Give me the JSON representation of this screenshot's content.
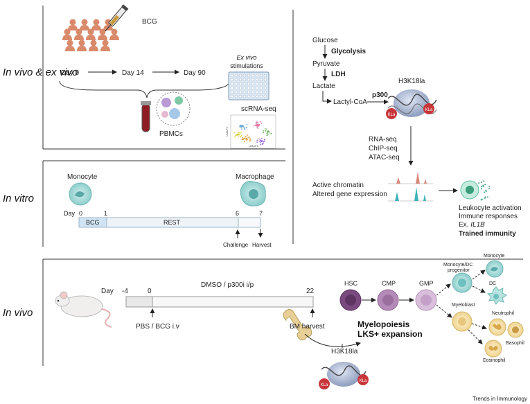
{
  "sections": {
    "invivo_exvivo": "In vivo & ex vivo",
    "invitro": "In vitro",
    "invivo": "In vivo"
  },
  "top_left": {
    "vaccine": "BCG",
    "timeline": [
      "Day 0",
      "Day 14",
      "Day 90"
    ],
    "pbmc": "PBMCs",
    "exvivo_title_italic": "Ex vivo",
    "exvivo_title_rest": "stimulations",
    "scrna": "scRNA-seq",
    "umap_x": "UMAP1",
    "umap_y": "UMAP2"
  },
  "invitro": {
    "monocyte": "Monocyte",
    "macrophage": "Macrophage",
    "day_label": "Day",
    "days": [
      "0",
      "1",
      "6",
      "7"
    ],
    "bcg": "BCG",
    "rest": "REST",
    "challenge": "Challenge",
    "harvest": "Harvest"
  },
  "pathway": {
    "glucose": "Glucose",
    "glycolysis": "Glycolysis",
    "pyruvate": "Pyruvate",
    "ldh": "LDH",
    "lactate": "Lactate",
    "lactylcoa": "Lactyl-CoA",
    "p300": "p300",
    "h3k18la": "H3K18la",
    "kla": "KLa",
    "seq": [
      "RNA-seq",
      "ChIP-seq",
      "ATAC-seq"
    ],
    "active_chromatin": "Active chromatin",
    "altered_expression": "Altered gene expression",
    "leukocyte": "Leukocyte activation",
    "immune": "Immune responses",
    "ex_prefix": "Ex. ",
    "il1b": "IL1B",
    "trained": "Trained immunity"
  },
  "bottom": {
    "day_label": "Day",
    "days": [
      "-4",
      "0",
      "22"
    ],
    "treatment": "DMSO / p300i i/p",
    "injection": "PBS / BCG i.v",
    "bm_harvest": "BM harvest",
    "h3k18la": "H3K18la",
    "kla": "KLa",
    "myelopoiesis": "Myelopoiesis",
    "lks": "LKS+ expansion",
    "cells": {
      "hsc": "HSC",
      "cmp": "CMP",
      "gmp": "GMP",
      "progenitor": [
        "Monocyte/DC",
        "progenitor"
      ],
      "monocyte": "Monocyte",
      "dc": "DC",
      "myeloblast": "Myeloblast",
      "neutrophil": "Neutrophil",
      "basophil": "Basophil",
      "eosinophil": "Eosinophil"
    }
  },
  "footer": "Trends in Immunology",
  "colors": {
    "person": "#d98a6a",
    "hsc": "#7a4a7e",
    "cmp": "#b48ab8",
    "gmp": "#d9bfdc",
    "mono_dc": "#9fd6d4",
    "myeloblast": "#f4dc9c",
    "kla": "#c8363a",
    "bcg_bar": "#cfe3f4",
    "rest_bar": "#eef3f8",
    "rna_peak": "#d88a7a",
    "chip_peak": "#3fb3bb"
  }
}
